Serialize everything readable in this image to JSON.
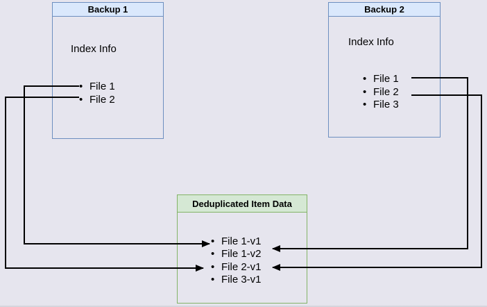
{
  "backup1": {
    "title": "Backup 1",
    "heading": "Index Info",
    "items": [
      "File 1",
      "File 2"
    ]
  },
  "backup2": {
    "title": "Backup 2",
    "heading": "Index Info",
    "items": [
      "File 1",
      "File 2",
      "File 3"
    ]
  },
  "dedup": {
    "title": "Deduplicated Item Data",
    "items": [
      "File 1-v1",
      "File 1-v2",
      "File 2-v1",
      "File 3-v1"
    ]
  },
  "colors": {
    "canvas_bg": "#e6e5ee",
    "backup_title_fill": "#dae8fc",
    "backup_border": "#6c8ebf",
    "dedup_title_fill": "#d5e8d4",
    "dedup_border": "#82b366",
    "arrow": "#000000",
    "text": "#000000"
  },
  "connections": [
    {
      "from": "Backup 1 / File 1",
      "to": "Deduplicated Item Data / File 1-v1"
    },
    {
      "from": "Backup 1 / File 2",
      "to": "Deduplicated Item Data / File 2-v1"
    },
    {
      "from": "Backup 2 / File 1",
      "to": "Deduplicated Item Data / File 1-v2"
    },
    {
      "from": "Backup 2 / File 2",
      "to": "Deduplicated Item Data / File 2-v1"
    }
  ]
}
